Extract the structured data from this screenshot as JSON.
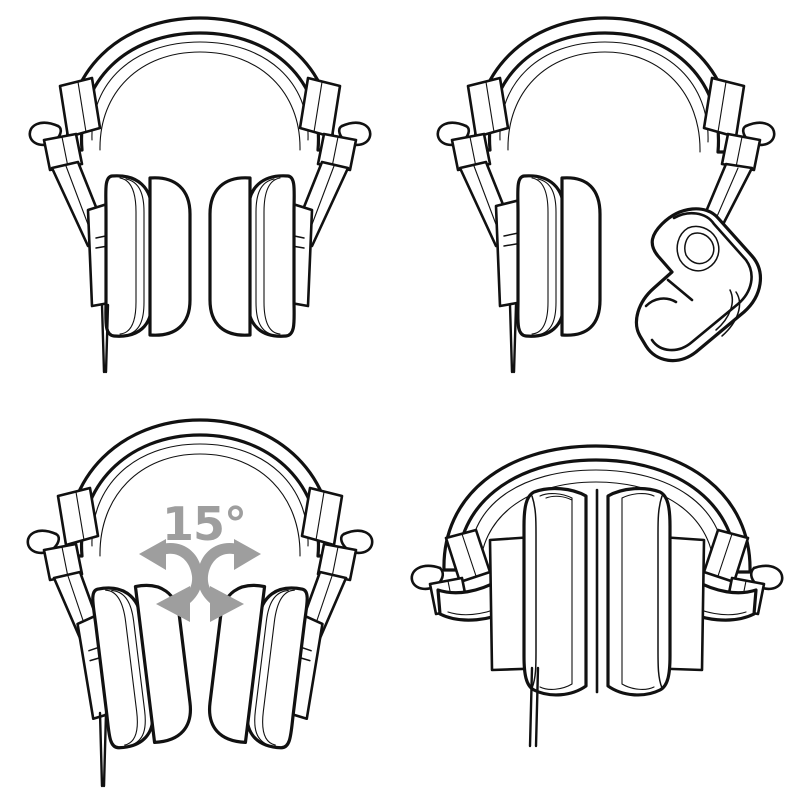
{
  "illustration": {
    "title": "Headphone adjustment positions",
    "background_color": "#ffffff",
    "line_color": "#111111",
    "annotation_color": "#9e9e9e",
    "panel_count": 4
  },
  "panels": [
    {
      "id": "top-left",
      "name": "front-view-normal",
      "description": "Headphones front view, both earcups in normal aligned position",
      "annotation": "",
      "cable": "left-earcup-down"
    },
    {
      "id": "top-right",
      "name": "single-earcup-rotated-90",
      "description": "Headphones with right earcup rotated 90 degrees outward for single-ear monitoring",
      "annotation": "",
      "cable": "left-earcup-down"
    },
    {
      "id": "bottom-left",
      "name": "earcups-swivel-15",
      "description": "Headphones front view with earcups swiveling 15 degrees, rotation arrows shown",
      "annotation": "15°",
      "cable": "left-earcup-down"
    },
    {
      "id": "bottom-right",
      "name": "earcups-folded-flat",
      "description": "Headphones with both earcups folded flat inward for storage",
      "annotation": "",
      "cable": "left-earcup-down"
    }
  ],
  "annotations": {
    "angle_label": "15°",
    "angle_value": 15,
    "angle_unit": "degrees",
    "arrow_left": "curved-rotation-arrow-left",
    "arrow_right": "curved-rotation-arrow-right"
  }
}
